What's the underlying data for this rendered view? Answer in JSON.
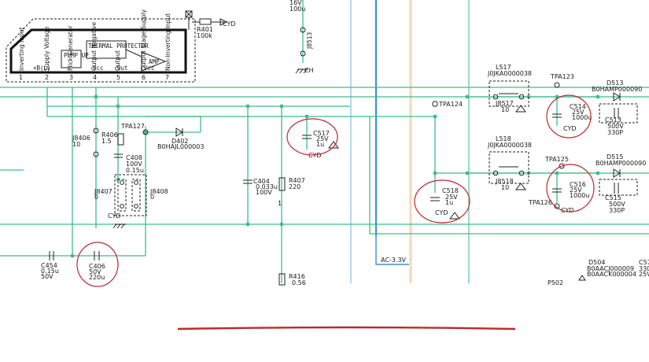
{
  "ic": {
    "pins": [
      "Inverting Input",
      "Supply Voltage",
      "Flick Generator",
      "Output Negative",
      "Output",
      "Output Stage Supply",
      "Non-Inverting Input"
    ],
    "pin_numbers": [
      "1",
      "2",
      "3",
      "4",
      "5",
      "6",
      "7"
    ],
    "pin_labels": [
      "+B(L)",
      "Vcc",
      "Out",
      "Vcc"
    ],
    "blocks": [
      "PUMP UP",
      "THERMAL PROTECTOR",
      "AMP"
    ]
  },
  "components": {
    "r401": {
      "ref": "R401",
      "value": "100k"
    },
    "cvd_top": "CYD",
    "j8513": "J8513",
    "cap_top": {
      "value": "100u",
      "voltage": "16V"
    },
    "ch": "CH",
    "j8406": {
      "ref": "J8406",
      "value": "10"
    },
    "r406": {
      "ref": "R406",
      "value": "1.5"
    },
    "tpa127": "TPA127",
    "d402": {
      "ref": "D402",
      "part": "B0HAJL000003"
    },
    "c408": {
      "ref": "C408",
      "voltage": "100V",
      "value": "0.15u"
    },
    "j8407": {
      "ref": "J8407",
      "value": "0"
    },
    "j8408": {
      "ref": "J8408",
      "value": "0"
    },
    "cyd_mid": "CYD",
    "c454": {
      "ref": "C454",
      "value": "0.15u",
      "voltage": "50V"
    },
    "c406": {
      "ref": "C406",
      "voltage": "50V",
      "value": "220u"
    },
    "c404": {
      "ref": "C404",
      "value": "0.033u",
      "voltage": "100V"
    },
    "r407": {
      "ref": "R407",
      "value": "220"
    },
    "r416": {
      "ref": "R416",
      "value": "0.56"
    },
    "c517": {
      "ref": "C517",
      "voltage": "25V",
      "value": "1u",
      "mark": "CYD"
    },
    "c518": {
      "ref": "C518",
      "voltage": "25V",
      "value": "1u",
      "mark": "CYD"
    },
    "tpa124": "TPA124",
    "l517": {
      "ref": "L517",
      "part": "J0JKA0000038"
    },
    "j8517": {
      "ref": "J8517",
      "value": "10"
    },
    "l518": {
      "ref": "L518",
      "part": "J0JKA0000038"
    },
    "j8518": {
      "ref": "J8518",
      "value": "10"
    },
    "tpa123": "TPA123",
    "tpa125": "TPA125",
    "tpa126": "TPA126",
    "c514": {
      "ref": "C514",
      "voltage": "25V",
      "value": "1000u",
      "mark": "CYD"
    },
    "c516": {
      "ref": "C516",
      "voltage": "25V",
      "value": "1000u",
      "mark": "CYD"
    },
    "d513": {
      "ref": "D513",
      "part": "B0HAMP000090"
    },
    "c513": {
      "ref": "C513",
      "voltage": "500V",
      "value": "330P"
    },
    "d515": {
      "ref": "D515",
      "part": "B0HAMP000090"
    },
    "c515": {
      "ref": "C515",
      "voltage": "500V",
      "value": "330P"
    },
    "d504": {
      "ref": "D504",
      "parts": [
        "B0AACJ000009",
        "B0AACK000004"
      ]
    },
    "c57": "C57",
    "c57_values": [
      "330",
      "25V"
    ],
    "p502": "P502",
    "ac33v": "AC-3.3V",
    "num_1": "1",
    "num_1b": "1"
  },
  "colors": {
    "wire": "#3dbd8a",
    "bus_blue": "#3f8fd6",
    "bus_tan": "#f0d2a8",
    "mark_red": "#c0282b"
  }
}
